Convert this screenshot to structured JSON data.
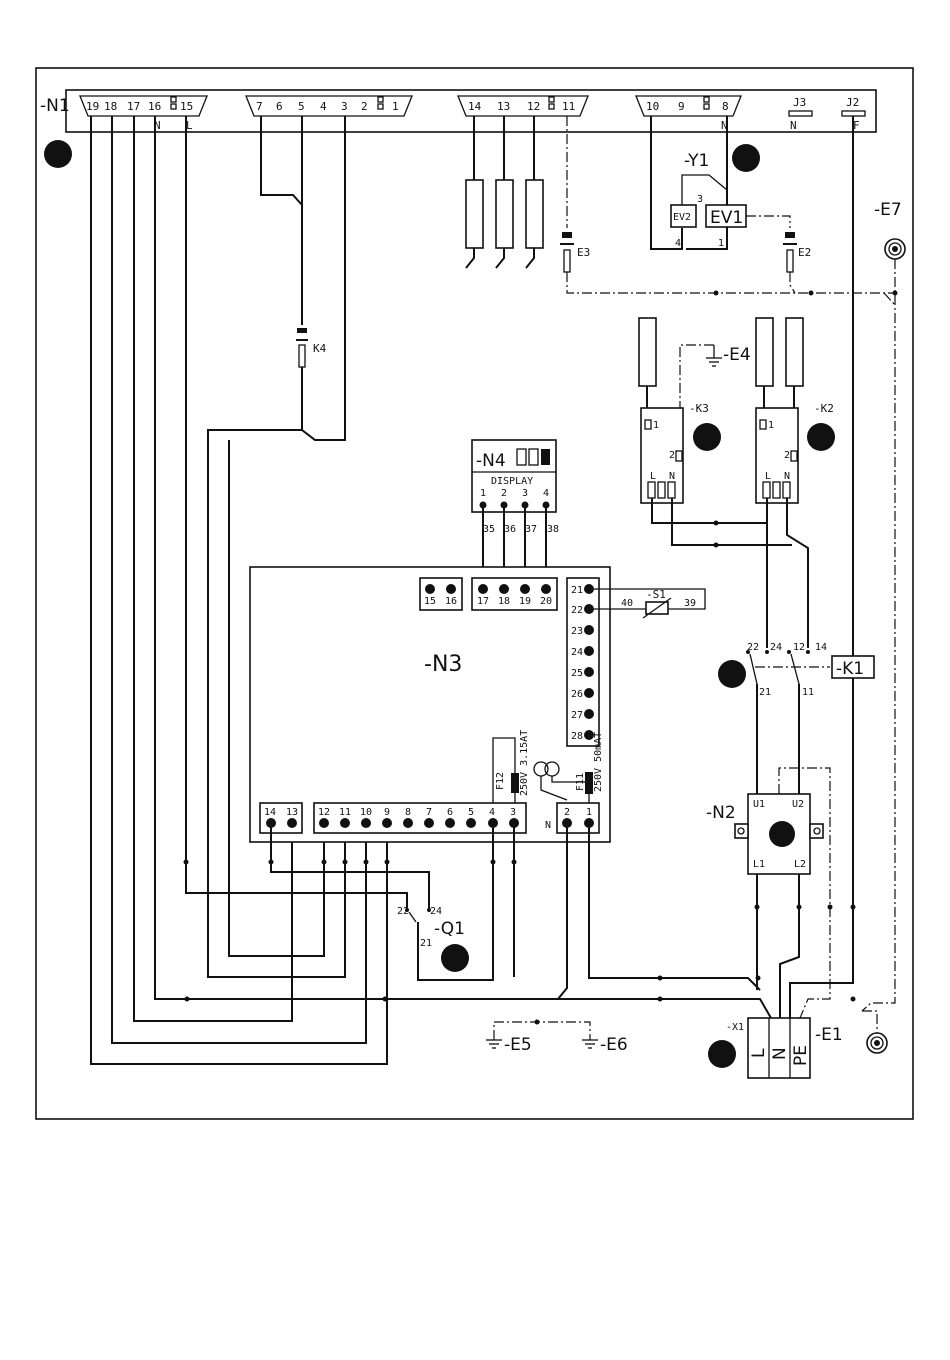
{
  "labels": {
    "n1": "-N1",
    "y1": "-Y1",
    "e7": "-E7",
    "e3": "E3",
    "e2": "E2",
    "k4": "K4",
    "e4": "-E4",
    "k3": "-K3",
    "k2": "-K2",
    "n4": "-N4",
    "display": "DISPLAY",
    "n3": "-N3",
    "s1": "-S1",
    "k1": "-K1",
    "n2": "-N2",
    "q1": "-Q1",
    "x1": "-X1",
    "e1": "-E1",
    "e5": "-E5",
    "e6": "-E6",
    "ev1": "EV1",
    "ev2": "EV2",
    "j3": "J3",
    "j2": "J2",
    "f12": "F12",
    "f12_rating": "250V 3.15AT",
    "f11": "F11",
    "f11_rating": "250V 50mAT"
  },
  "n1_connector": {
    "g1": [
      "19",
      "18",
      "17",
      "16",
      "15"
    ],
    "g1_sub": [
      "N",
      "L"
    ],
    "g2": [
      "7",
      "6",
      "5",
      "4",
      "3",
      "2",
      "1"
    ],
    "g3": [
      "14",
      "13",
      "12",
      "11"
    ],
    "g4": [
      "10",
      "9",
      "8"
    ],
    "g4_sub": "N",
    "j3_sub": "N",
    "j2_sub": "F"
  },
  "n4_pins": [
    "1",
    "2",
    "3",
    "4"
  ],
  "n4_wires": [
    "35",
    "36",
    "37",
    "38"
  ],
  "n3_terminals": {
    "top_left": [
      "15",
      "16"
    ],
    "top_mid": [
      "17",
      "18",
      "19",
      "20"
    ],
    "right": [
      "21",
      "22",
      "23",
      "24",
      "25",
      "26",
      "27",
      "28"
    ],
    "bottom_left": [
      "14",
      "13"
    ],
    "bottom_mid": [
      "12",
      "11",
      "10",
      "9",
      "8",
      "7",
      "6",
      "5",
      "4",
      "3"
    ],
    "bottom_right": [
      "2",
      "1"
    ],
    "n_label": "N"
  },
  "s1_wires": [
    "40",
    "39"
  ],
  "k1_contacts": [
    "22",
    "24",
    "12",
    "14",
    "21",
    "11"
  ],
  "k_relay_pins": [
    "1",
    "2",
    "L",
    "N"
  ],
  "y1_pins": [
    "3",
    "4",
    "1"
  ],
  "n2_terminals": [
    "U1",
    "U2",
    "L1",
    "L2"
  ],
  "q1_contacts": [
    "22",
    "24",
    "21"
  ],
  "x1_terminals": [
    "L",
    "N",
    "PE"
  ]
}
